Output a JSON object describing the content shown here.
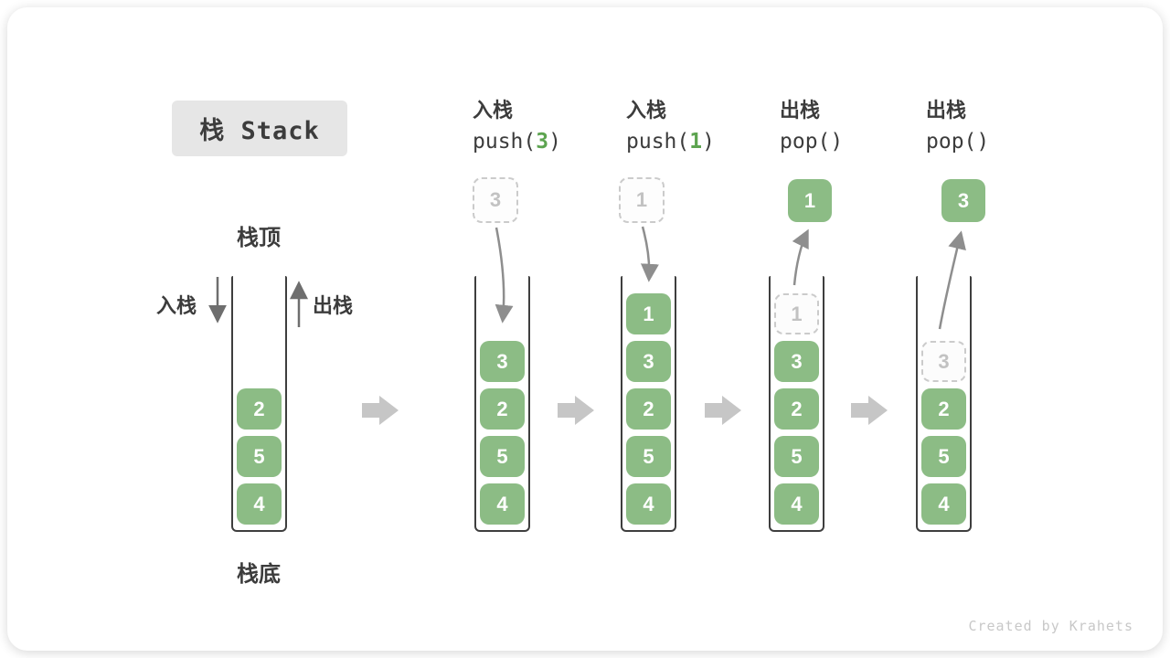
{
  "title": "栈 Stack",
  "watermark": "Created by Krahets",
  "legend": {
    "stack_top": "栈顶",
    "stack_bottom": "栈底",
    "push_label": "入栈",
    "pop_label": "出栈"
  },
  "colors": {
    "block_green": "#8CBC85",
    "code_arg_green": "#5DA450",
    "stack_outline": "#3E3E3E",
    "ghost_gray": "#C2C2C2",
    "flow_arrow_gray": "#C6C6C6",
    "curve_arrow_gray": "#8E8E8E",
    "straight_arrow_gray": "#6E6E6E",
    "title_bg": "#E6E6E6",
    "text_dark": "#3C3C3C"
  },
  "columns": [
    {
      "name": "initial-state",
      "stack": [
        {
          "value": "2",
          "row": 2,
          "ghost": false
        },
        {
          "value": "5",
          "row": 3,
          "ghost": false
        },
        {
          "value": "4",
          "row": 4,
          "ghost": false
        }
      ]
    },
    {
      "name": "push-3",
      "header": {
        "label": "入栈",
        "code_pre": "push(",
        "code_arg": "3",
        "code_post": ")"
      },
      "float_box": {
        "value": "3",
        "ghost": true
      },
      "stack": [
        {
          "value": "3",
          "row": 1,
          "ghost": false
        },
        {
          "value": "2",
          "row": 2,
          "ghost": false
        },
        {
          "value": "5",
          "row": 3,
          "ghost": false
        },
        {
          "value": "4",
          "row": 4,
          "ghost": false
        }
      ]
    },
    {
      "name": "push-1",
      "header": {
        "label": "入栈",
        "code_pre": "push(",
        "code_arg": "1",
        "code_post": ")"
      },
      "float_box": {
        "value": "1",
        "ghost": true
      },
      "stack": [
        {
          "value": "1",
          "row": 0,
          "ghost": false
        },
        {
          "value": "3",
          "row": 1,
          "ghost": false
        },
        {
          "value": "2",
          "row": 2,
          "ghost": false
        },
        {
          "value": "5",
          "row": 3,
          "ghost": false
        },
        {
          "value": "4",
          "row": 4,
          "ghost": false
        }
      ]
    },
    {
      "name": "pop-1",
      "header": {
        "label": "出栈",
        "code_pre": "pop(",
        "code_arg": "",
        "code_post": ")"
      },
      "float_box": {
        "value": "1",
        "ghost": false
      },
      "stack": [
        {
          "value": "1",
          "row": 0,
          "ghost": true
        },
        {
          "value": "3",
          "row": 1,
          "ghost": false
        },
        {
          "value": "2",
          "row": 2,
          "ghost": false
        },
        {
          "value": "5",
          "row": 3,
          "ghost": false
        },
        {
          "value": "4",
          "row": 4,
          "ghost": false
        }
      ]
    },
    {
      "name": "pop-3",
      "header": {
        "label": "出栈",
        "code_pre": "pop(",
        "code_arg": "",
        "code_post": ")"
      },
      "float_box": {
        "value": "3",
        "ghost": false
      },
      "stack": [
        {
          "value": "3",
          "row": 1,
          "ghost": true
        },
        {
          "value": "2",
          "row": 2,
          "ghost": false
        },
        {
          "value": "5",
          "row": 3,
          "ghost": false
        },
        {
          "value": "4",
          "row": 4,
          "ghost": false
        }
      ]
    }
  ]
}
